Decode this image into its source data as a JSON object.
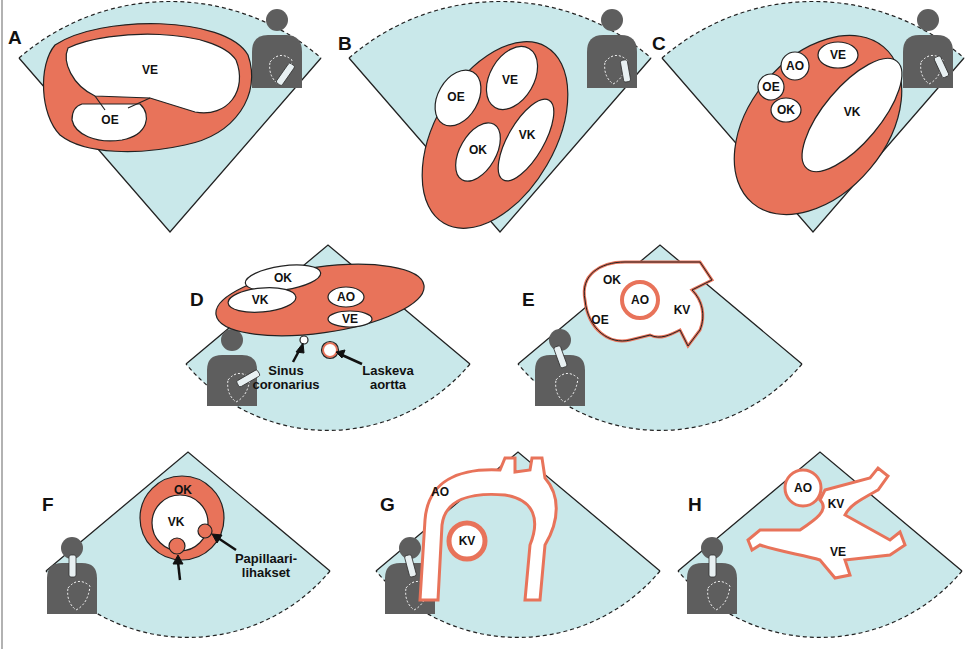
{
  "diagram": {
    "nodes": [
      {
        "text": [
          "A",
          "VE",
          "OE"
        ]
      },
      {
        "text": [
          "B",
          "OE",
          "VE",
          "OK",
          "VK"
        ]
      },
      {
        "text": [
          "C",
          "AO",
          "VE",
          "OE",
          "OK",
          "VK"
        ]
      },
      {
        "text": [
          "D",
          "OK",
          "VK",
          "AO",
          "VE",
          "Sinus coronarius",
          "Laskeva aortta"
        ]
      },
      {
        "text": [
          "E",
          "OK",
          "AO",
          "OE",
          "KV"
        ]
      },
      {
        "text": [
          "F",
          "OK",
          "VK",
          "Papillaari- lihakset"
        ]
      },
      {
        "text": [
          "G",
          "AO",
          "KV"
        ]
      },
      {
        "text": [
          "H",
          "AO",
          "KV",
          "VE"
        ]
      }
    ]
  }
}
